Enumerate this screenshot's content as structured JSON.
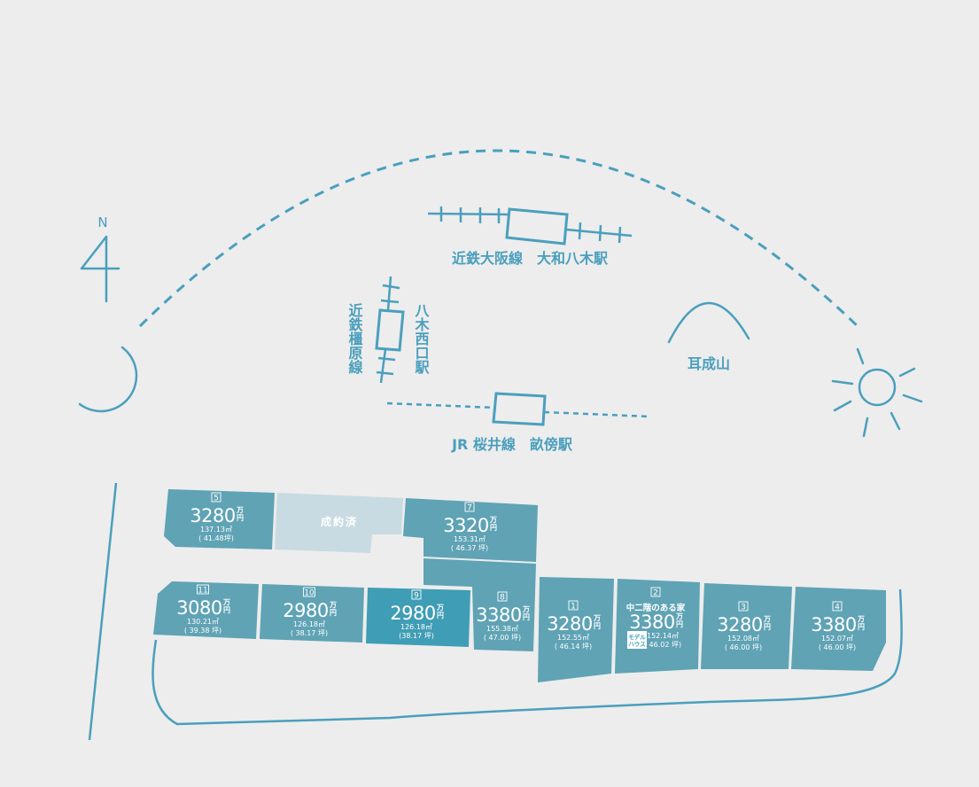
{
  "compass": {
    "north_label": "N"
  },
  "stations": {
    "kintetsu_osaka": "近鉄大阪線　大和八木駅",
    "kintetsu_kashihara": "近鉄橿原線",
    "yagi_nishiguchi": "八木西口駅",
    "jr_sakurai": "JR 桜井線　畝傍駅",
    "miminashi": "耳成山"
  },
  "lots": [
    {
      "id": "lot-5",
      "number": "5",
      "price": "3280",
      "unit_top": "万",
      "unit_bottom": "円",
      "sqm": "137.13㎡",
      "tsubo": "( 41.48坪)"
    },
    {
      "id": "lot-sold",
      "status": "成約済"
    },
    {
      "id": "lot-7",
      "number": "7",
      "price": "3320",
      "unit_top": "万",
      "unit_bottom": "円",
      "sqm": "153.31㎡",
      "tsubo": "( 46.37 坪)"
    },
    {
      "id": "lot-11",
      "number": "11",
      "price": "3080",
      "unit_top": "万",
      "unit_bottom": "円",
      "sqm": "130.21㎡",
      "tsubo": "( 39.38 坪)"
    },
    {
      "id": "lot-10",
      "number": "10",
      "price": "2980",
      "unit_top": "万",
      "unit_bottom": "円",
      "sqm": "126.18㎡",
      "tsubo": "( 38.17 坪)"
    },
    {
      "id": "lot-9",
      "number": "9",
      "price": "2980",
      "unit_top": "万",
      "unit_bottom": "円",
      "sqm": "126.18㎡",
      "tsubo": "(38.17 坪)"
    },
    {
      "id": "lot-8",
      "number": "8",
      "price": "3380",
      "unit_top": "万",
      "unit_bottom": "円",
      "sqm": "155.38㎡",
      "tsubo": "( 47.00 坪)"
    },
    {
      "id": "lot-1",
      "number": "1",
      "price": "3280",
      "unit_top": "万",
      "unit_bottom": "円",
      "sqm": "152.55㎡",
      "tsubo": "( 46.14 坪)"
    },
    {
      "id": "lot-2",
      "number": "2",
      "price": "3380",
      "unit_top": "万",
      "unit_bottom": "円",
      "sqm": "152.14㎡",
      "tsubo": "( 46.02 坪)",
      "note": "中二階のある家",
      "badge_top": "モデル",
      "badge_bottom": "ハウス"
    },
    {
      "id": "lot-3",
      "number": "3",
      "price": "3280",
      "unit_top": "万",
      "unit_bottom": "円",
      "sqm": "152.08㎡",
      "tsubo": "( 46.00 坪)"
    },
    {
      "id": "lot-4",
      "number": "4",
      "price": "3380",
      "unit_top": "万",
      "unit_bottom": "円",
      "sqm": "152.07㎡",
      "tsubo": "( 46.00 坪)"
    }
  ],
  "colors": {
    "background": "#ededed",
    "line": "#4a9fbd",
    "lot": "#5fa3b5",
    "lot_highlight": "#3f9db5",
    "lot_sold": "#c9dbe2"
  }
}
